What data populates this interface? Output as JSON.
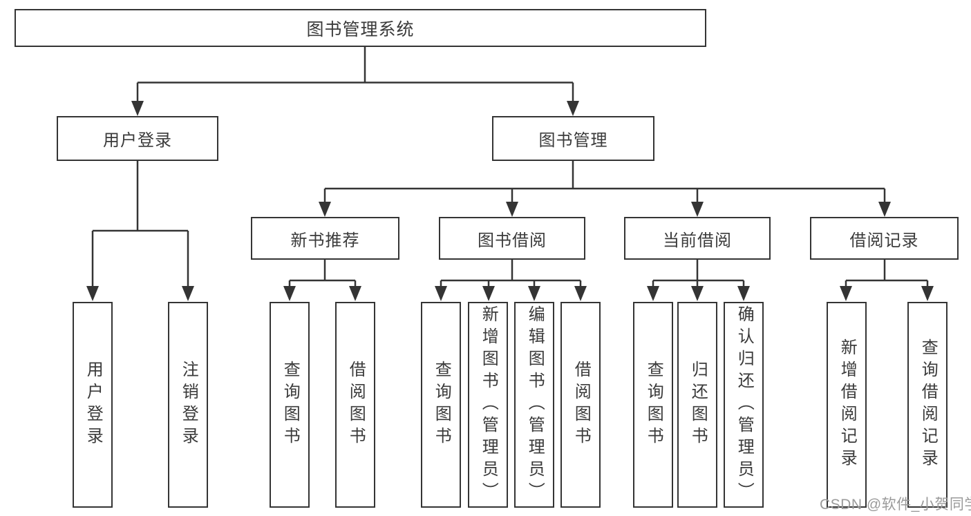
{
  "watermark": "CSDN @软件_小贺同学",
  "diagram": {
    "type": "hierarchy-flowchart",
    "colors": {
      "line": "#343434",
      "text": "#3a3a3a",
      "box_bg": "#ffffff",
      "watermark": "#9a9a9a"
    },
    "root": {
      "label": "图书管理系统"
    },
    "branches": [
      {
        "label": "用户登录",
        "children": [
          {
            "label": "用户登录"
          },
          {
            "label": "注销登录"
          }
        ]
      },
      {
        "label": "图书管理",
        "children": [
          {
            "label": "新书推荐",
            "children": [
              {
                "label": "查询图书"
              },
              {
                "label": "借阅图书"
              }
            ]
          },
          {
            "label": "图书借阅",
            "children": [
              {
                "label": "查询图书"
              },
              {
                "label": "新增图书（管理员）"
              },
              {
                "label": "编辑图书（管理员）"
              },
              {
                "label": "借阅图书"
              }
            ]
          },
          {
            "label": "当前借阅",
            "children": [
              {
                "label": "查询图书"
              },
              {
                "label": "归还图书"
              },
              {
                "label": "确认归还（管理员）"
              }
            ]
          },
          {
            "label": "借阅记录",
            "children": [
              {
                "label": "新增借阅记录"
              },
              {
                "label": "查询借阅记录"
              }
            ]
          }
        ]
      }
    ]
  }
}
